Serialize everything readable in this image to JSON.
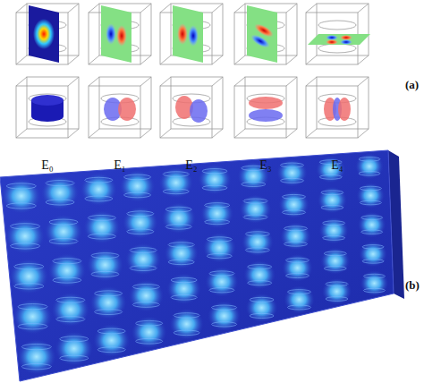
{
  "diagram": {
    "labels": [
      "E₀",
      "E₁",
      "E₂",
      "E₃",
      "E₄",
      "(a)",
      "(b)"
    ]
  }
}
